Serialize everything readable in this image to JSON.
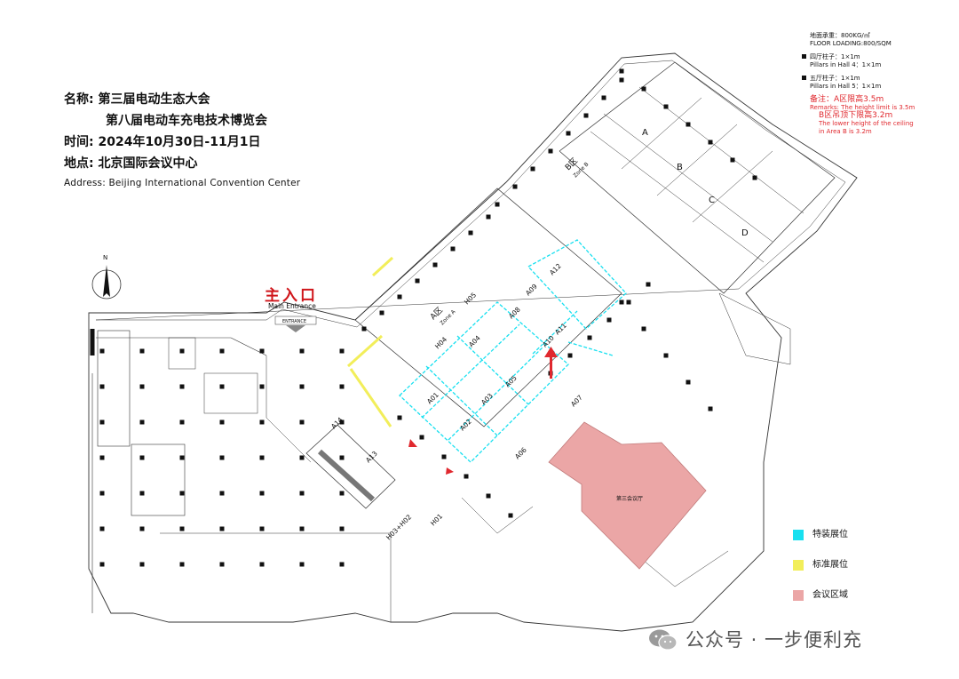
{
  "event": {
    "name_label": "名称:",
    "name_line1": "第三届电动生态大会",
    "name_line2": "第八届电动车充电技术博览会",
    "time_label": "时间:",
    "time": "2024年10月30日-11月1日",
    "place_label": "地点:",
    "place": "北京国际会议中心",
    "address": "Address: Beijing International Convention Center"
  },
  "notes": {
    "floor_loading_cn": "地面承重：800KG/㎡",
    "floor_loading_en": "FLOOR LOADING:800/SQM",
    "pillar4_cn": "四厅柱子：1×1m",
    "pillar4_en": "Pillars in Hall 4：1×1m",
    "pillar5_cn": "五厅柱子：1×1m",
    "pillar5_en": "Pillars in Hall 5：1×1m",
    "remark_cn": "备注：A区限高3.5m",
    "remark_en": "Remarks: The height limit is 3.5m",
    "b_limit_cn": "B区吊顶下限高3.2m",
    "b_limit_en1": "The lower height of the ceiling",
    "b_limit_en2": "in Area B is 3.2m"
  },
  "entrance": {
    "label_cn": "主入口",
    "label_en": "Main Entrance",
    "sign": "ENTRANCE"
  },
  "north_label": "N",
  "zones": {
    "zone_a_cn": "A区",
    "zone_a_en": "Zone A",
    "zone_b_cn": "B区",
    "zone_b_en": "Zone B"
  },
  "halls": [
    "A",
    "B",
    "C",
    "D"
  ],
  "booths": [
    "A01",
    "A02",
    "A03",
    "A04",
    "A05",
    "A06",
    "A07",
    "A08",
    "A09",
    "A10",
    "A11",
    "A12",
    "A13",
    "A14",
    "H01",
    "H03+H02",
    "H04",
    "H05"
  ],
  "conference_room": "第三会议厅",
  "legend": [
    {
      "label": "特装展位",
      "color": "#18e0f0"
    },
    {
      "label": "标准展位",
      "color": "#f2ee5a"
    },
    {
      "label": "会议区域",
      "color": "#eba6a6"
    }
  ],
  "colors": {
    "special_booth": "#18e0f0",
    "standard_booth": "#f2ee5a",
    "meeting_area": "#eba6a6",
    "accent_red": "#e0282e"
  },
  "watermark": "公众号 · 一步便利充"
}
